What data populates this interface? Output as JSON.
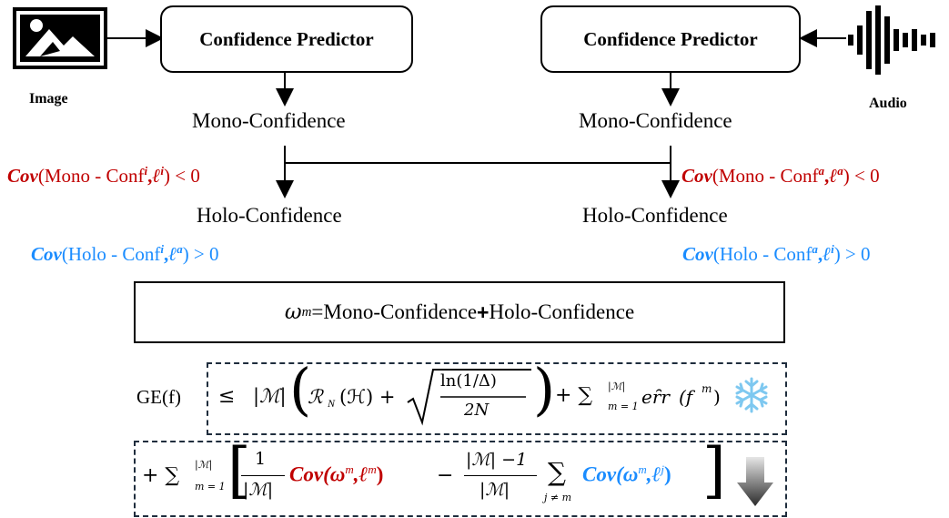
{
  "left": {
    "predictor_label": "Confidence Predictor",
    "icon_label": "Image",
    "mono_label": "Mono-Confidence",
    "holo_label": "Holo-Confidence",
    "cov_mono": {
      "kw": "Cov",
      "text_a": "(Mono - Conf",
      "sup1": "i",
      "sep": ",",
      "ell": "ℓ",
      "sup2": "i",
      "rel": ") < 0"
    },
    "cov_holo": {
      "kw": "Cov",
      "text_a": "(Holo - Conf",
      "sup1": "i",
      "sep": ",",
      "ell": "ℓ",
      "sup2": "a",
      "rel": ") > 0"
    }
  },
  "right": {
    "predictor_label": "Confidence Predictor",
    "icon_label": "Audio",
    "mono_label": "Mono-Confidence",
    "holo_label": "Holo-Confidence",
    "cov_mono": {
      "kw": "Cov",
      "text_a": "(Mono - Conf",
      "sup1": "a",
      "sep": ",",
      "ell": "ℓ",
      "sup2": "a",
      "rel": ") < 0"
    },
    "cov_holo": {
      "kw": "Cov",
      "text_a": "(Holo - Conf",
      "sup1": "a",
      "sep": ",",
      "ell": "ℓ",
      "sup2": "i",
      "rel": ") > 0"
    }
  },
  "weight_equation": {
    "lhs": "ω",
    "sup": "m",
    "eq": " = ",
    "term1": "Mono-Confidence",
    "plus": " + ",
    "term2": "Holo-Confidence"
  },
  "bound": {
    "ge": "GE(f)",
    "leq": "≤",
    "card": "|ℳ|",
    "rademacher": "ℛ",
    "rad_sub": "N",
    "rad_arg": "(ℋ) +",
    "frac_num": "ln(1/Δ)",
    "frac_den": "2N",
    "plus_sum": "+ ∑",
    "sum_sub": "m = 1",
    "sum_sup": "|ℳ|",
    "err": "eȓr",
    "err_arg": "(f",
    "err_sup": "m",
    "err_close": ")"
  },
  "bound_line2": {
    "plus_sum": "+ ∑",
    "sum_sub": "m = 1",
    "sum_sup": "|ℳ|",
    "one": "1",
    "card": "|ℳ|",
    "cov_kw": "Cov",
    "cov_arg_red": "(ω",
    "sup_m": "m",
    "comma_ell": ",ℓ",
    "sup_m2": "m",
    "close": ")",
    "minus": "−",
    "frac2_num": "|ℳ| −1",
    "frac2_den": "|ℳ|",
    "inner_sum": "∑",
    "inner_sub": "j ≠ m",
    "cov_blue_arg": "(ω",
    "sup_m3": "m",
    "comma_ell2": ",ℓ",
    "sup_j": "j",
    "close2": ")"
  },
  "colors": {
    "red": "#c00000",
    "blue": "#1a8cff",
    "snow": "#7ec8f0",
    "dash": "#1f2d3d"
  },
  "icons": [
    "image-icon",
    "audio-waveform-icon",
    "snowflake-icon",
    "down-arrow-icon"
  ]
}
